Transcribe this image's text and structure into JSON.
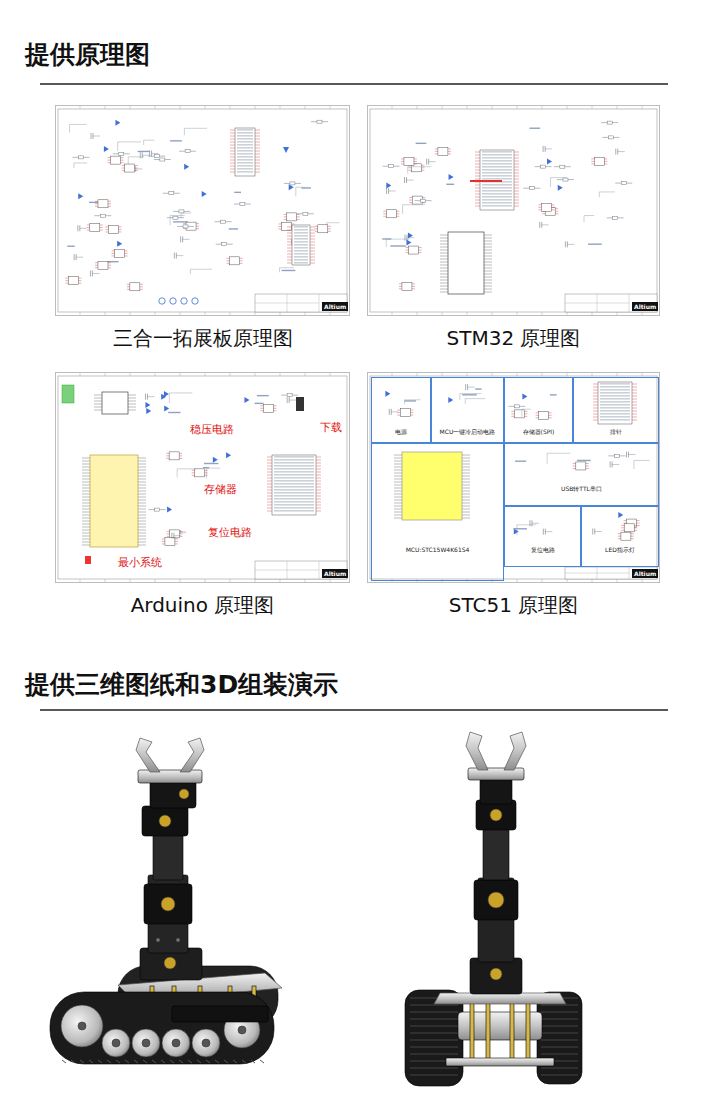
{
  "diagram": {
    "nodes": [
      {
        "text": [
          "提供原理图"
        ]
      },
      {
        "text": [
          "三合一拓展板原理图"
        ],
        "in": 0
      },
      {
        "text": [
          "STM32 原理图"
        ],
        "in": 0
      },
      {
        "text": [
          "Arduino 原理图"
        ],
        "in": 0
      },
      {
        "text": [
          "STC51 原理图"
        ],
        "in": 0
      },
      {
        "text": [
          "电源"
        ],
        "in": 4
      },
      {
        "text": [
          "MCU一键冷启动电路"
        ],
        "in": 4
      },
      {
        "text": [
          "存储器(SPI)"
        ],
        "in": 4
      },
      {
        "text": [
          "排针"
        ],
        "in": 4
      },
      {
        "text": [
          "MCU:STC15W4K61S4"
        ],
        "in": 4
      },
      {
        "text": [
          "USB转TTL串口"
        ],
        "in": 4
      },
      {
        "text": [
          "复位电路"
        ],
        "in": 4
      },
      {
        "text": [
          "LED指示灯"
        ],
        "in": 4
      },
      {
        "text": [
          "提供三维图纸和3D组装演示"
        ]
      }
    ],
    "labels": [
      "Altium",
      "Altium",
      "Altium",
      "Altium",
      "稳压电路",
      "下载",
      "存储器",
      "复位电路",
      "最小系统"
    ]
  }
}
